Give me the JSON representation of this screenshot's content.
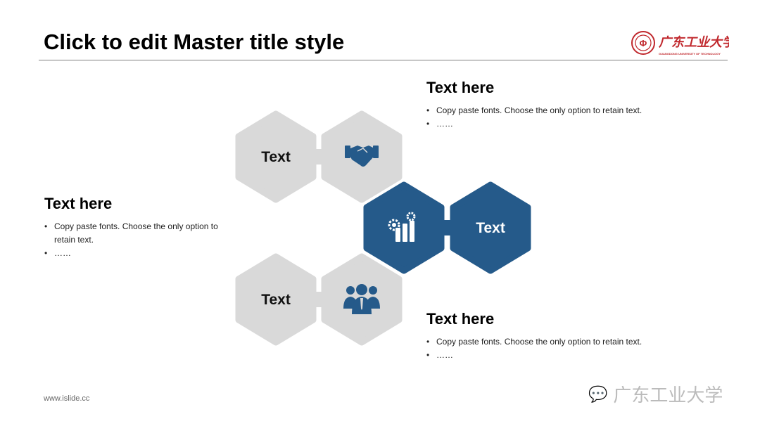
{
  "header": {
    "title": "Click to edit Master title style",
    "logo_text": "广东工业大学",
    "logo_subtext": "GUANGDONG UNIVERSITY OF TECHNOLOGY"
  },
  "colors": {
    "accent": "#255a8a",
    "grey": "#d9d9d9"
  },
  "diagram": {
    "hexes": [
      {
        "label": "Text",
        "style": "grey"
      },
      {
        "icon": "handshake-icon",
        "style": "grey"
      },
      {
        "icon": "chart-gears-icon",
        "style": "blue"
      },
      {
        "label": "Text",
        "style": "blue"
      },
      {
        "label": "Text",
        "style": "grey"
      },
      {
        "icon": "team-icon",
        "style": "grey"
      }
    ]
  },
  "blocks": [
    {
      "heading": "Text here",
      "bullets": [
        "Copy paste fonts. Choose the only option to retain text.",
        "……"
      ]
    },
    {
      "heading": "Text here",
      "bullets": [
        "Copy paste fonts. Choose the only option to retain text.",
        "……"
      ]
    },
    {
      "heading": "Text here",
      "bullets": [
        "Copy paste fonts. Choose the only option to retain text.",
        "……"
      ]
    }
  ],
  "footer": {
    "text": "www.islide.cc"
  },
  "watermark": {
    "text": "广东工业大学"
  }
}
